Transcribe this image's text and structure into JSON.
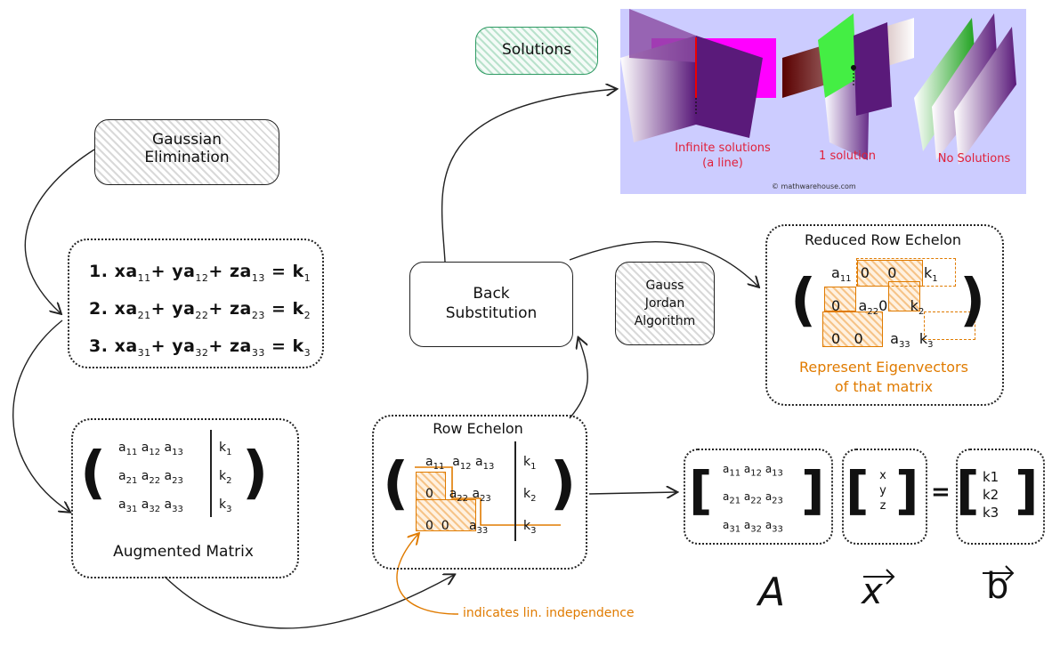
{
  "nodes": {
    "gaussian": "Gaussian\nElimination",
    "solutions": "Solutions",
    "back_sub": "Back\nSubstitution",
    "gauss_jordan": "Gauss\nJordan\nAlgorithm",
    "augmented": "Augmented Matrix",
    "row_echelon": "Row Echelon",
    "rref": "Reduced Row Echelon",
    "eigen_note": "Represent Eigenvectors\nof that matrix",
    "lin_note": "indicates lin. independence"
  },
  "equations": [
    {
      "num": "1.",
      "a": "11",
      "b": "12",
      "c": "13",
      "k": "1"
    },
    {
      "num": "2.",
      "a": "21",
      "b": "22",
      "c": "23",
      "k": "2"
    },
    {
      "num": "3.",
      "a": "31",
      "b": "32",
      "c": "33",
      "k": "3"
    }
  ],
  "solutions_image": {
    "infinite": "Infinite solutions\n(a line)",
    "one": "1 solution",
    "none": "No Solutions",
    "credit": "© mathwarehouse.com"
  },
  "bottom": {
    "A_label": "A",
    "x_label": "x",
    "b_label": "b",
    "x_vec": [
      "x",
      "y",
      "z"
    ],
    "b_vec": [
      "k1",
      "k2",
      "k3"
    ],
    "equals": "="
  },
  "colors": {
    "orange": "#e07b00",
    "green": "#2e9a63",
    "panel_bg": "#ccccff",
    "label_red": "#e0203a"
  }
}
